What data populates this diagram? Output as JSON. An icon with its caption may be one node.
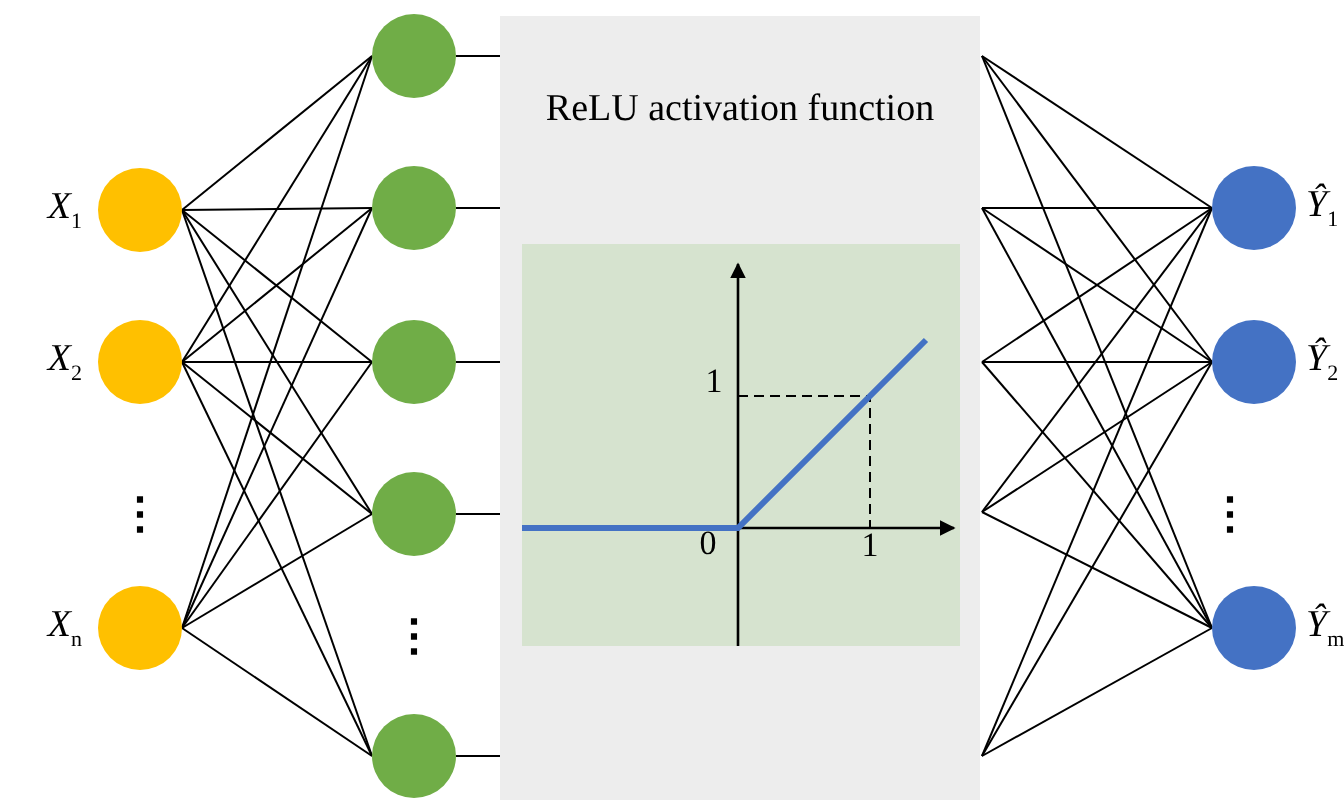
{
  "diagram": {
    "nodes": [
      {
        "text": [],
        "shape": "circle",
        "beside": [
          "X$_{1}$"
        ]
      },
      {
        "text": [],
        "shape": "circle",
        "beside": [
          "X$_{2}$"
        ]
      },
      {
        "text": [],
        "shape": "circle",
        "beside": [
          "X$_{n}$"
        ]
      },
      {
        "text": [],
        "shape": "circle"
      },
      {
        "text": [],
        "shape": "circle"
      },
      {
        "text": [],
        "shape": "circle"
      },
      {
        "text": [],
        "shape": "circle"
      },
      {
        "text": [],
        "shape": "circle"
      },
      {
        "text": [
          "ReLU activation function"
        ]
      },
      {
        "text": [],
        "shape": "circle",
        "beside": [
          "Ŷ$_{1}$"
        ]
      },
      {
        "text": [],
        "shape": "circle",
        "beside": [
          "Ŷ$_{2}$"
        ]
      },
      {
        "text": [],
        "shape": "circle",
        "beside": [
          "Ŷ$_{m}$"
        ]
      }
    ],
    "edges": [
      {
        "from": 0,
        "to": 3,
        "arrow": "none"
      },
      {
        "from": 0,
        "to": 4,
        "arrow": "none"
      },
      {
        "from": 0,
        "to": 5,
        "arrow": "none"
      },
      {
        "from": 0,
        "to": 6,
        "arrow": "none"
      },
      {
        "from": 0,
        "to": 7,
        "arrow": "none"
      },
      {
        "from": 1,
        "to": 3,
        "arrow": "none"
      },
      {
        "from": 1,
        "to": 4,
        "arrow": "none"
      },
      {
        "from": 1,
        "to": 5,
        "arrow": "none"
      },
      {
        "from": 1,
        "to": 6,
        "arrow": "none"
      },
      {
        "from": 1,
        "to": 7,
        "arrow": "none"
      },
      {
        "from": 2,
        "to": 3,
        "arrow": "none"
      },
      {
        "from": 2,
        "to": 4,
        "arrow": "none"
      },
      {
        "from": 2,
        "to": 5,
        "arrow": "none"
      },
      {
        "from": 2,
        "to": 6,
        "arrow": "none"
      },
      {
        "from": 2,
        "to": 7,
        "arrow": "none"
      },
      {
        "from": 3,
        "to": 8,
        "arrow": "none"
      },
      {
        "from": 4,
        "to": 8,
        "arrow": "none"
      },
      {
        "from": 5,
        "to": 8,
        "arrow": "none"
      },
      {
        "from": 6,
        "to": 8,
        "arrow": "none"
      },
      {
        "from": 7,
        "to": 8,
        "arrow": "none"
      },
      {
        "from": 8,
        "to": 9,
        "arrow": "none"
      },
      {
        "from": 8,
        "to": 9,
        "arrow": "none"
      },
      {
        "from": 8,
        "to": 9,
        "arrow": "none"
      },
      {
        "from": 8,
        "to": 9,
        "arrow": "none"
      },
      {
        "from": 8,
        "to": 9,
        "arrow": "none"
      },
      {
        "from": 8,
        "to": 10,
        "arrow": "none"
      },
      {
        "from": 8,
        "to": 10,
        "arrow": "none"
      },
      {
        "from": 8,
        "to": 10,
        "arrow": "none"
      },
      {
        "from": 8,
        "to": 10,
        "arrow": "none"
      },
      {
        "from": 8,
        "to": 10,
        "arrow": "none"
      },
      {
        "from": 8,
        "to": 11,
        "arrow": "none"
      },
      {
        "from": 8,
        "to": 11,
        "arrow": "none"
      },
      {
        "from": 8,
        "to": 11,
        "arrow": "none"
      },
      {
        "from": 8,
        "to": 11,
        "arrow": "none"
      },
      {
        "from": 8,
        "to": 11,
        "arrow": "none"
      }
    ],
    "labels": [
      "⋮",
      "1",
      "0",
      "1",
      "⋮",
      "⋮"
    ]
  }
}
